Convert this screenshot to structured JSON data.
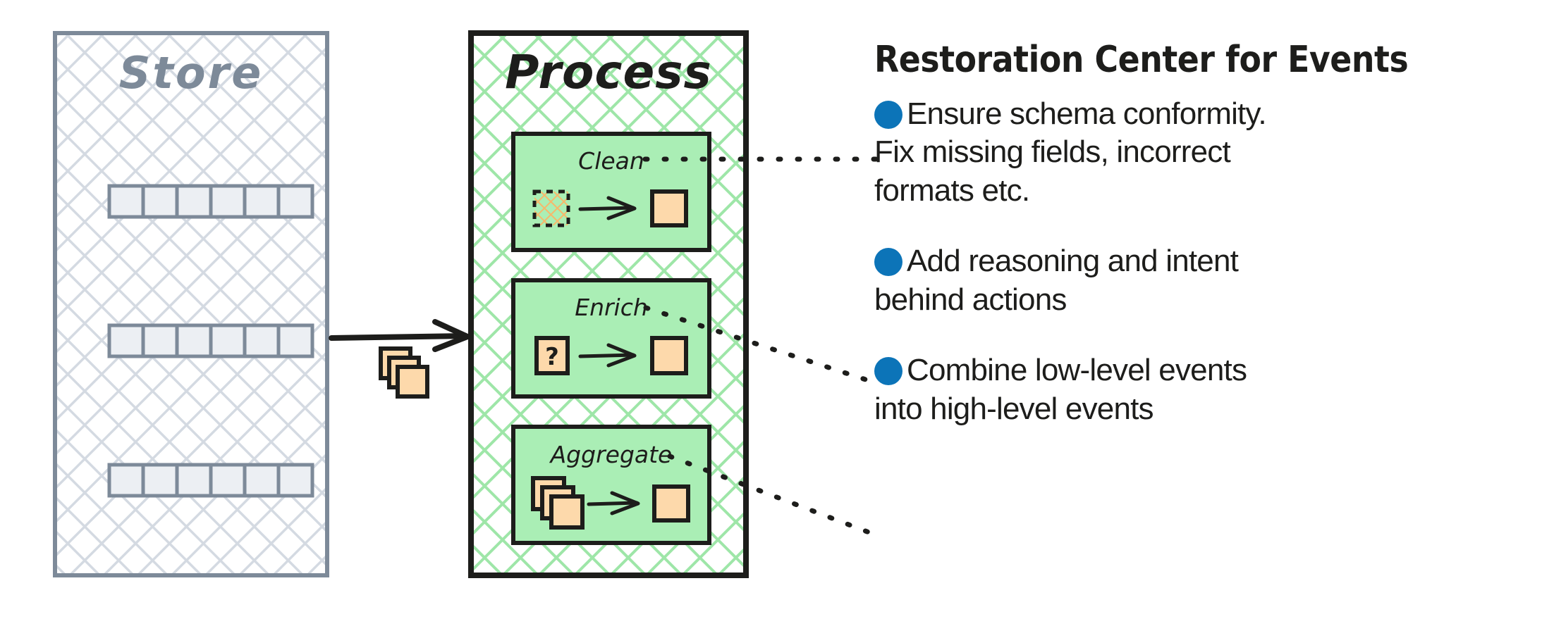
{
  "diagram": {
    "store": {
      "label": "Store",
      "rows": 3,
      "cells_per_row": 6,
      "fill": "#eceff3",
      "stroke": "#7d8a99",
      "hatch": "#d4dae2"
    },
    "process": {
      "label": "Process",
      "fill_hatch": "#9ee6a8",
      "stroke": "#1d1d1b",
      "stage_fill": "#aaeeb5",
      "stages": [
        {
          "label": "Clean",
          "input_icon": "dirty-hatched-square-icon",
          "arrow_icon": "arrow-right-icon",
          "output_icon": "clean-square-icon"
        },
        {
          "label": "Enrich",
          "input_icon": "question-mark-square-icon",
          "arrow_icon": "arrow-right-icon",
          "output_icon": "enriched-square-icon"
        },
        {
          "label": "Aggregate",
          "input_icon": "stacked-squares-icon",
          "arrow_icon": "arrow-right-icon",
          "output_icon": "aggregated-square-icon"
        }
      ]
    },
    "flow_arrow": {
      "icon": "arrow-right-icon",
      "payload_icon": "stacked-event-cards-icon"
    },
    "connectors": [
      "clean-to-bullet-1",
      "enrich-to-bullet-2",
      "aggregate-to-bullet-3"
    ],
    "colors": {
      "accent_blue": "#0c74b8",
      "card_orange": "#fdd9ab",
      "card_orange_stroke": "#1d1d1b",
      "green_fill": "#aaeeb5",
      "green_hatch": "#9ee6a8",
      "gray_stroke": "#7d8a99",
      "gray_fill": "#eceff3",
      "ink": "#1d1d1b"
    }
  },
  "panel": {
    "title": "Restoration Center for Events",
    "bullets": [
      {
        "dot_color": "#0c74b8",
        "lines": [
          "Ensure schema conformity.",
          "Fix missing fields, incorrect",
          "formats etc."
        ]
      },
      {
        "dot_color": "#0c74b8",
        "lines": [
          "Add reasoning and intent",
          "behind actions"
        ]
      },
      {
        "dot_color": "#0c74b8",
        "lines": [
          "Combine low-level events",
          "into high-level events"
        ]
      }
    ]
  }
}
